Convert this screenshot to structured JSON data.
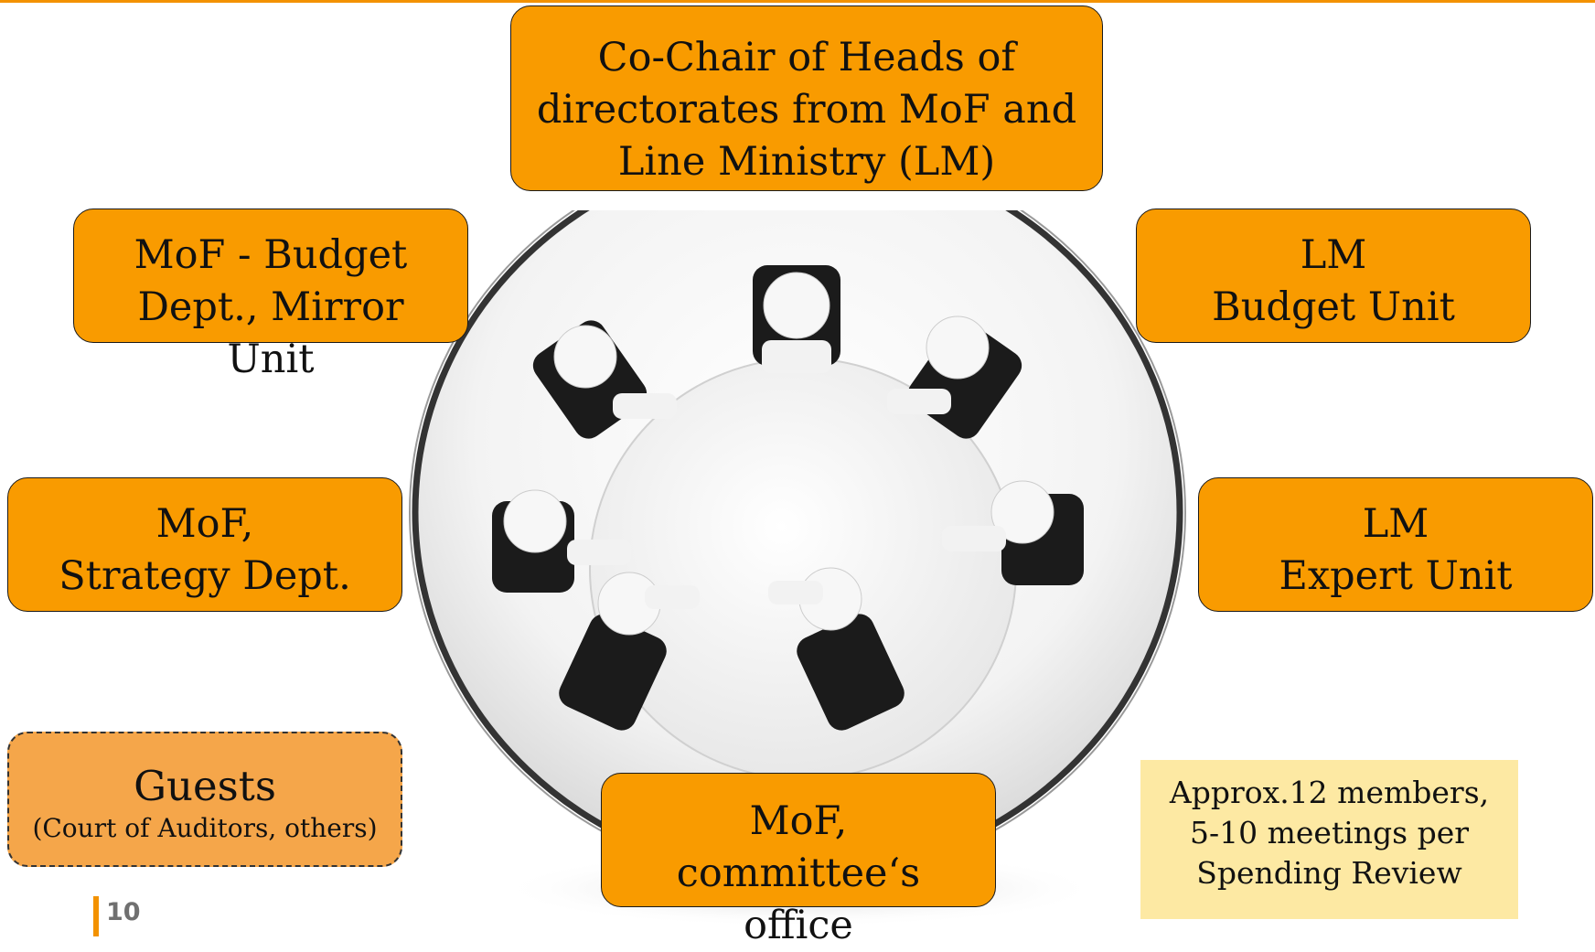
{
  "boxes": {
    "cochair": [
      "Co-Chair of Heads of",
      "directorates from MoF and",
      "Line Ministry (LM)"
    ],
    "mof_budget": [
      "MoF - Budget",
      "Dept., Mirror",
      "Unit"
    ],
    "lm_budget": [
      "LM",
      "Budget Unit"
    ],
    "mof_strategy": [
      "MoF,",
      "Strategy Dept."
    ],
    "lm_expert": [
      "LM",
      "Expert Unit"
    ],
    "mof_office": [
      "MoF,",
      "committee‘s",
      "office"
    ]
  },
  "guests": {
    "title": "Guests",
    "subtitle": "(Court of Auditors, others)"
  },
  "note": [
    "Approx.12 members,",
    "5-10 meetings per",
    "Spending Review"
  ],
  "page_number": "10",
  "colors": {
    "box_orange": "#f99b00",
    "guests_orange": "#f5a64a",
    "note_yellow": "#fde9a3",
    "accent": "#f39200"
  }
}
